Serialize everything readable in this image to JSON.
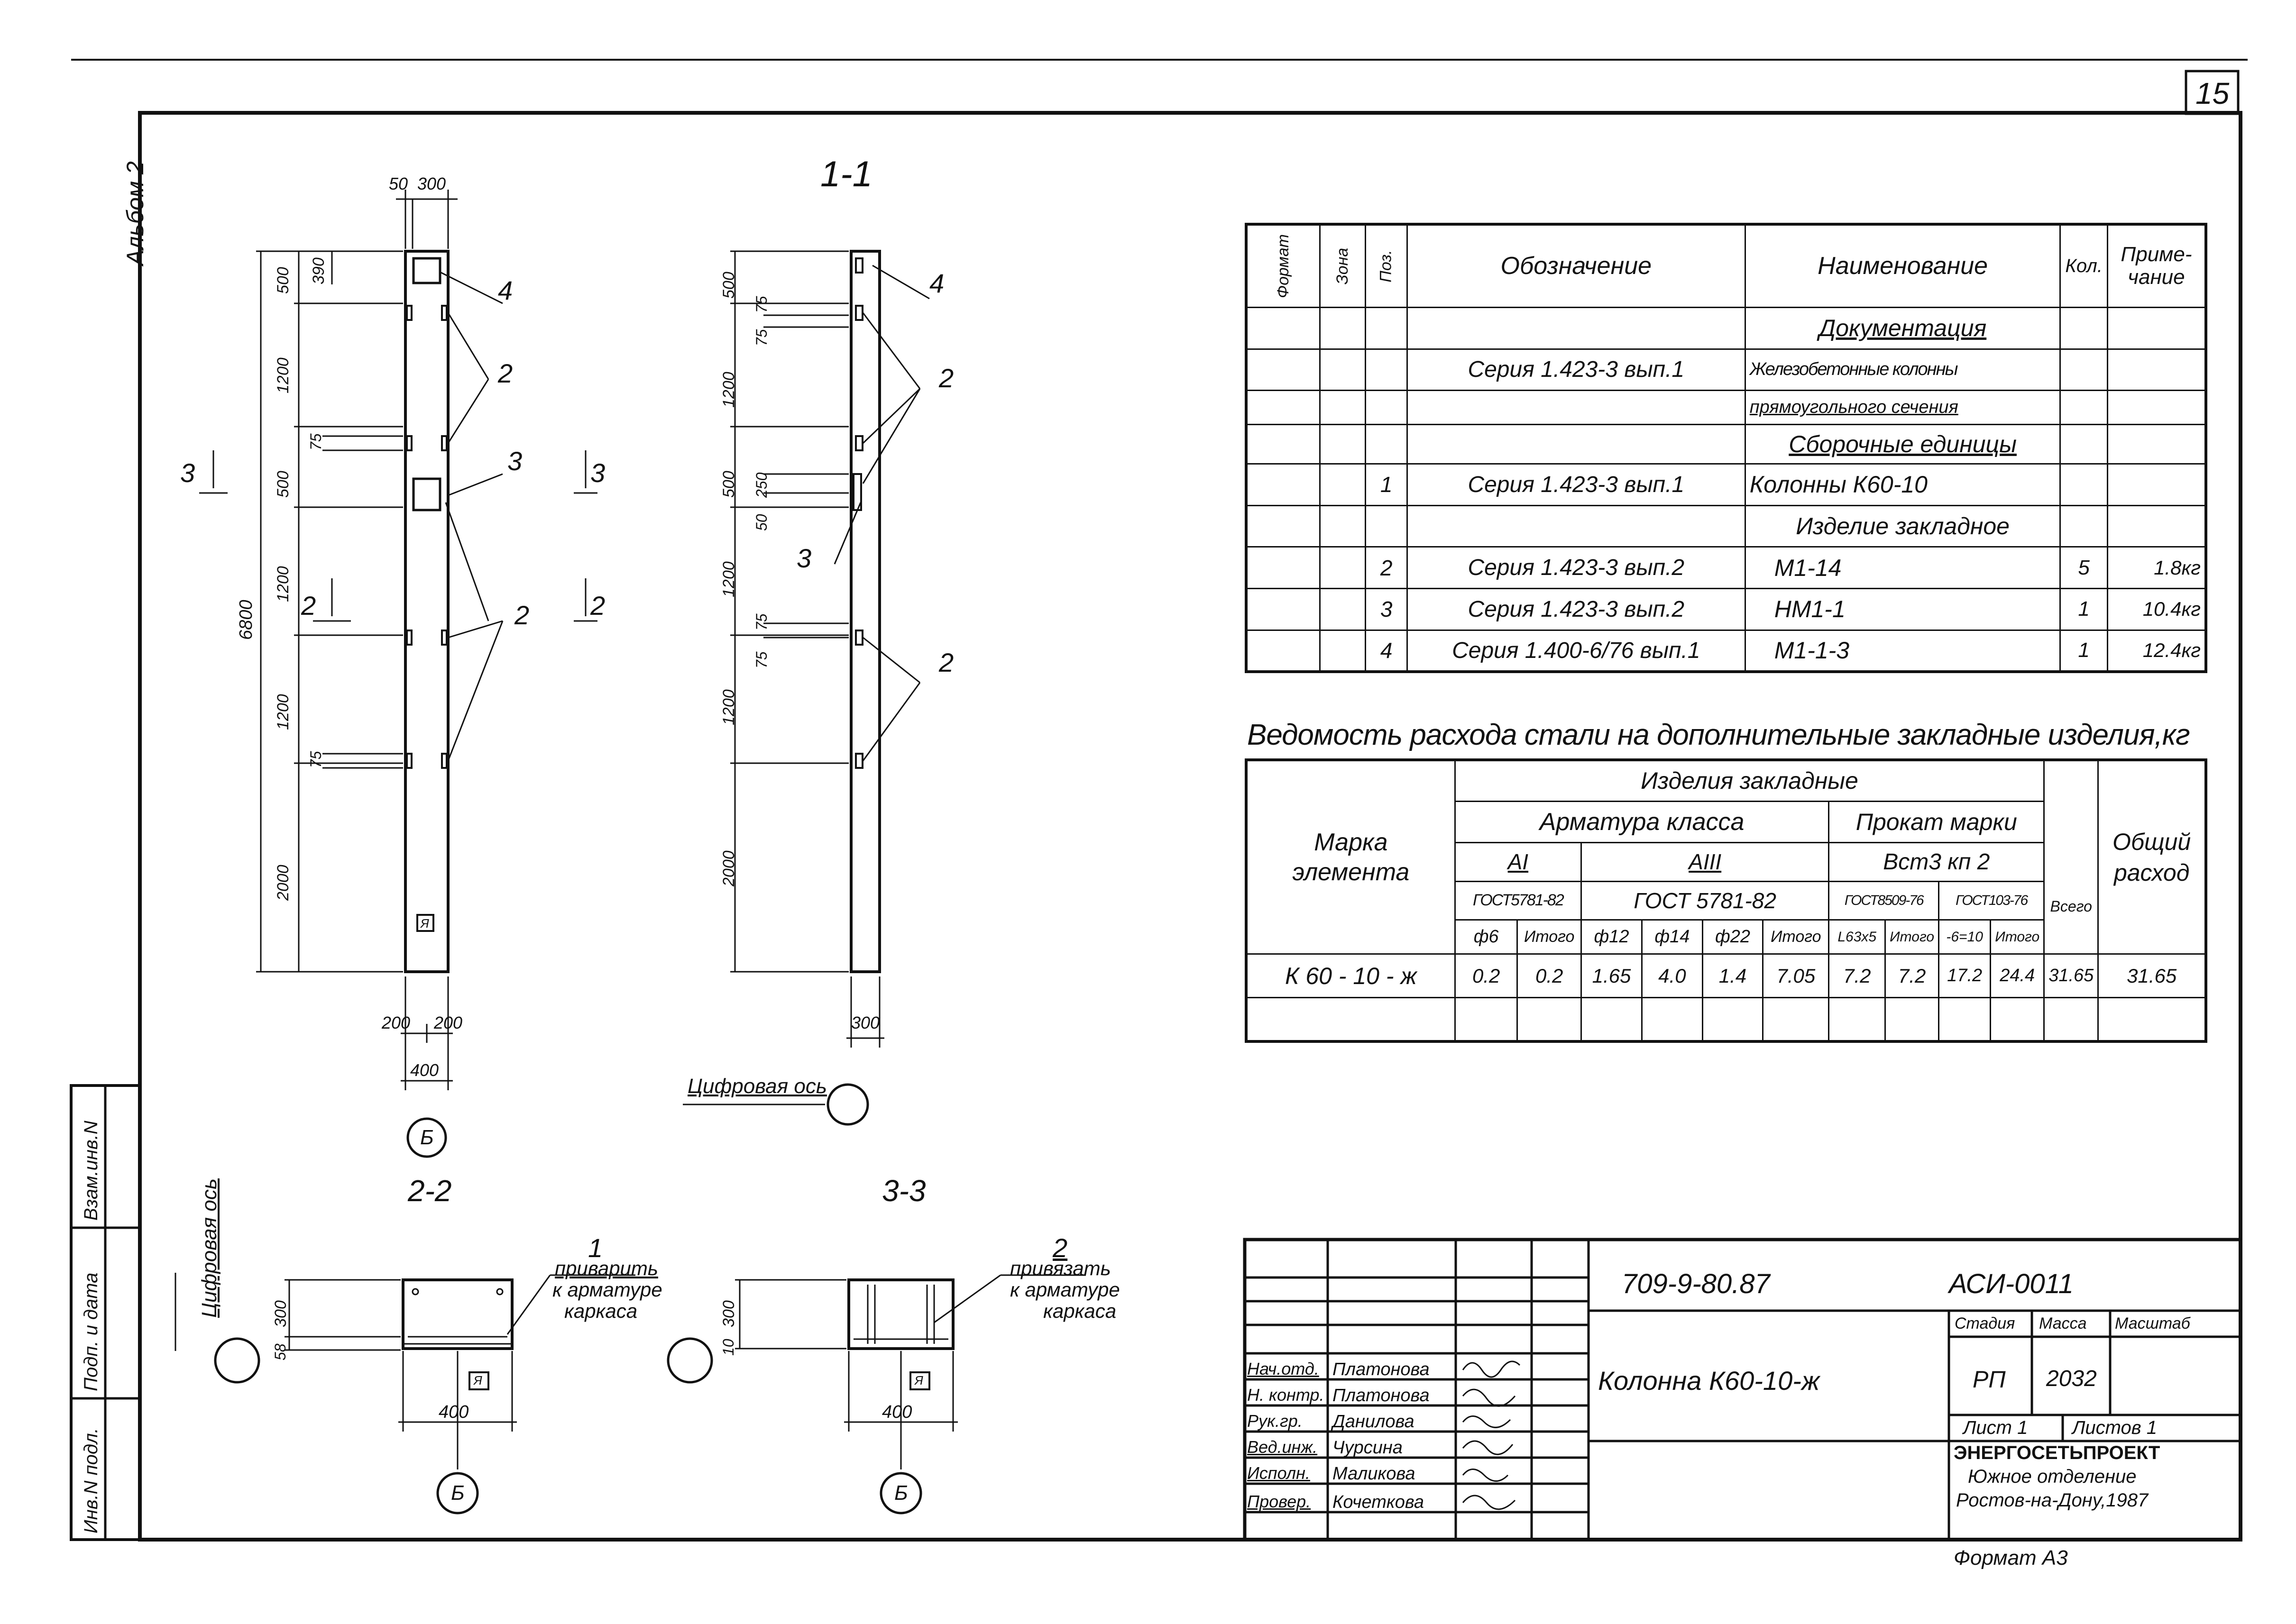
{
  "page_number": "15",
  "album": "Альбом 2",
  "left_stamp": [
    "Инв.N подл.",
    "Подп. и дата",
    "Взам.инв.N"
  ],
  "views": {
    "elevation": {
      "dims_top": [
        "50",
        "300"
      ],
      "dims_left": [
        "390",
        "500",
        "1200",
        "75",
        "500",
        "1200",
        "1200",
        "75",
        "2000"
      ],
      "overall": "6800",
      "dims_bottom": [
        "200",
        "200",
        "400"
      ],
      "callouts": [
        "4",
        "2",
        "3",
        "2"
      ],
      "section_marks": [
        "3",
        "3",
        "2",
        "2"
      ],
      "axis_letter": "Б",
      "mark": "Я"
    },
    "section_1_1": {
      "title": "1-1",
      "dims_left": [
        "500",
        "75",
        "75",
        "1200",
        "500",
        "250",
        "50",
        "1200",
        "75",
        "75",
        "1200",
        "2000"
      ],
      "dim_bottom": "300",
      "callouts": [
        "4",
        "2",
        "3",
        "2"
      ],
      "axis_label": "Цифровая ось"
    },
    "section_2_2": {
      "title": "2-2",
      "dims": [
        "300",
        "58",
        "400"
      ],
      "callout_num": "1",
      "note": [
        "приварить",
        "к арматуре",
        "каркаса"
      ],
      "axis_label": "Цифровая ось",
      "axis_letter": "Б",
      "mark": "Я"
    },
    "section_3_3": {
      "title": "3-3",
      "dims": [
        "300",
        "10",
        "400"
      ],
      "callout_num": "2",
      "note": [
        "привязать",
        "к арматуре",
        "каркаса"
      ],
      "axis_letter": "Б",
      "mark": "Я"
    }
  },
  "spec_table": {
    "headers": [
      "Формат",
      "Зона",
      "Поз.",
      "Обозначение",
      "Наименование",
      "Кол.",
      "Приме-",
      "чание"
    ],
    "rows": [
      {
        "pos": "",
        "designation": "",
        "name": "Документация",
        "qty": "",
        "note": ""
      },
      {
        "pos": "",
        "designation": "Серия 1.423-3 вып.1",
        "name": "Железобетонные колонны",
        "qty": "",
        "note": ""
      },
      {
        "pos": "",
        "designation": "",
        "name": "прямоугольного сечения",
        "qty": "",
        "note": ""
      },
      {
        "pos": "",
        "designation": "",
        "name": "Сборочные единицы",
        "qty": "",
        "note": ""
      },
      {
        "pos": "1",
        "designation": "Серия 1.423-3 вып.1",
        "name": "Колонны  К60-10",
        "qty": "",
        "note": ""
      },
      {
        "pos": "",
        "designation": "",
        "name": "Изделие закладное",
        "qty": "",
        "note": ""
      },
      {
        "pos": "2",
        "designation": "Серия 1.423-3 вып.2",
        "name": "М1-14",
        "qty": "5",
        "note": "1.8кг"
      },
      {
        "pos": "3",
        "designation": "Серия 1.423-3 вып.2",
        "name": "НМ1-1",
        "qty": "1",
        "note": "10.4кг"
      },
      {
        "pos": "4",
        "designation": "Серия 1.400-6/76 вып.1",
        "name": "М1-1-3",
        "qty": "1",
        "note": "12.4кг"
      }
    ]
  },
  "steel_table": {
    "title": "Ведомость расхода стали на дополнительные закладные изделия,кг",
    "mark_header": [
      "Марка",
      "элемента"
    ],
    "group": "Изделия  закладные",
    "armature": "Арматура  класса",
    "prokat": "Прокат марки",
    "class_a1": "АI",
    "class_a3": "АIII",
    "vst": "Вст3 кп 2",
    "gost_a1": "ГОСТ5781-82",
    "gost_a3": "ГОСТ 5781-82",
    "gost_8509": "ГОСТ8509-76",
    "gost_103": "ГОСТ103-76",
    "vsego": "Всего",
    "total": [
      "Общий",
      "расход"
    ],
    "subheaders": [
      "ф6",
      "Итого",
      "ф12",
      "ф14",
      "ф22",
      "Итого",
      "L63x5",
      "Итого",
      "-6=10",
      "Итого"
    ],
    "row": {
      "mark": "К 60 - 10 - ж",
      "values": [
        "0.2",
        "0.2",
        "1.65",
        "4.0",
        "1.4",
        "7.05",
        "7.2",
        "7.2",
        "17.2",
        "24.4",
        "31.65",
        "31.65"
      ]
    }
  },
  "title_block": {
    "code": "709-9-80.87",
    "sheet_code": "АСИ-0011",
    "name": "Колонна  К60-10-ж",
    "stage_h": "Стадия",
    "mass_h": "Масса",
    "scale_h": "Масштаб",
    "stage": "РП",
    "mass": "2032",
    "sheet": "Лист 1",
    "sheets": "Листов 1",
    "org": [
      "ЭНЕРГОСЕТЬПРОЕКТ",
      "Южное отделение",
      "Ростов-на-Дону,1987"
    ],
    "people": [
      {
        "role": "Нач.отд.",
        "name": "Платонова"
      },
      {
        "role": "Н. контр.",
        "name": "Платонова"
      },
      {
        "role": "Рук.гр.",
        "name": "Данилова"
      },
      {
        "role": "Вед.инж.",
        "name": "Чурсина"
      },
      {
        "role": "Исполн.",
        "name": "Маликова"
      },
      {
        "role": "Провер.",
        "name": "Кочеткова"
      }
    ],
    "format": "Формат А3"
  }
}
